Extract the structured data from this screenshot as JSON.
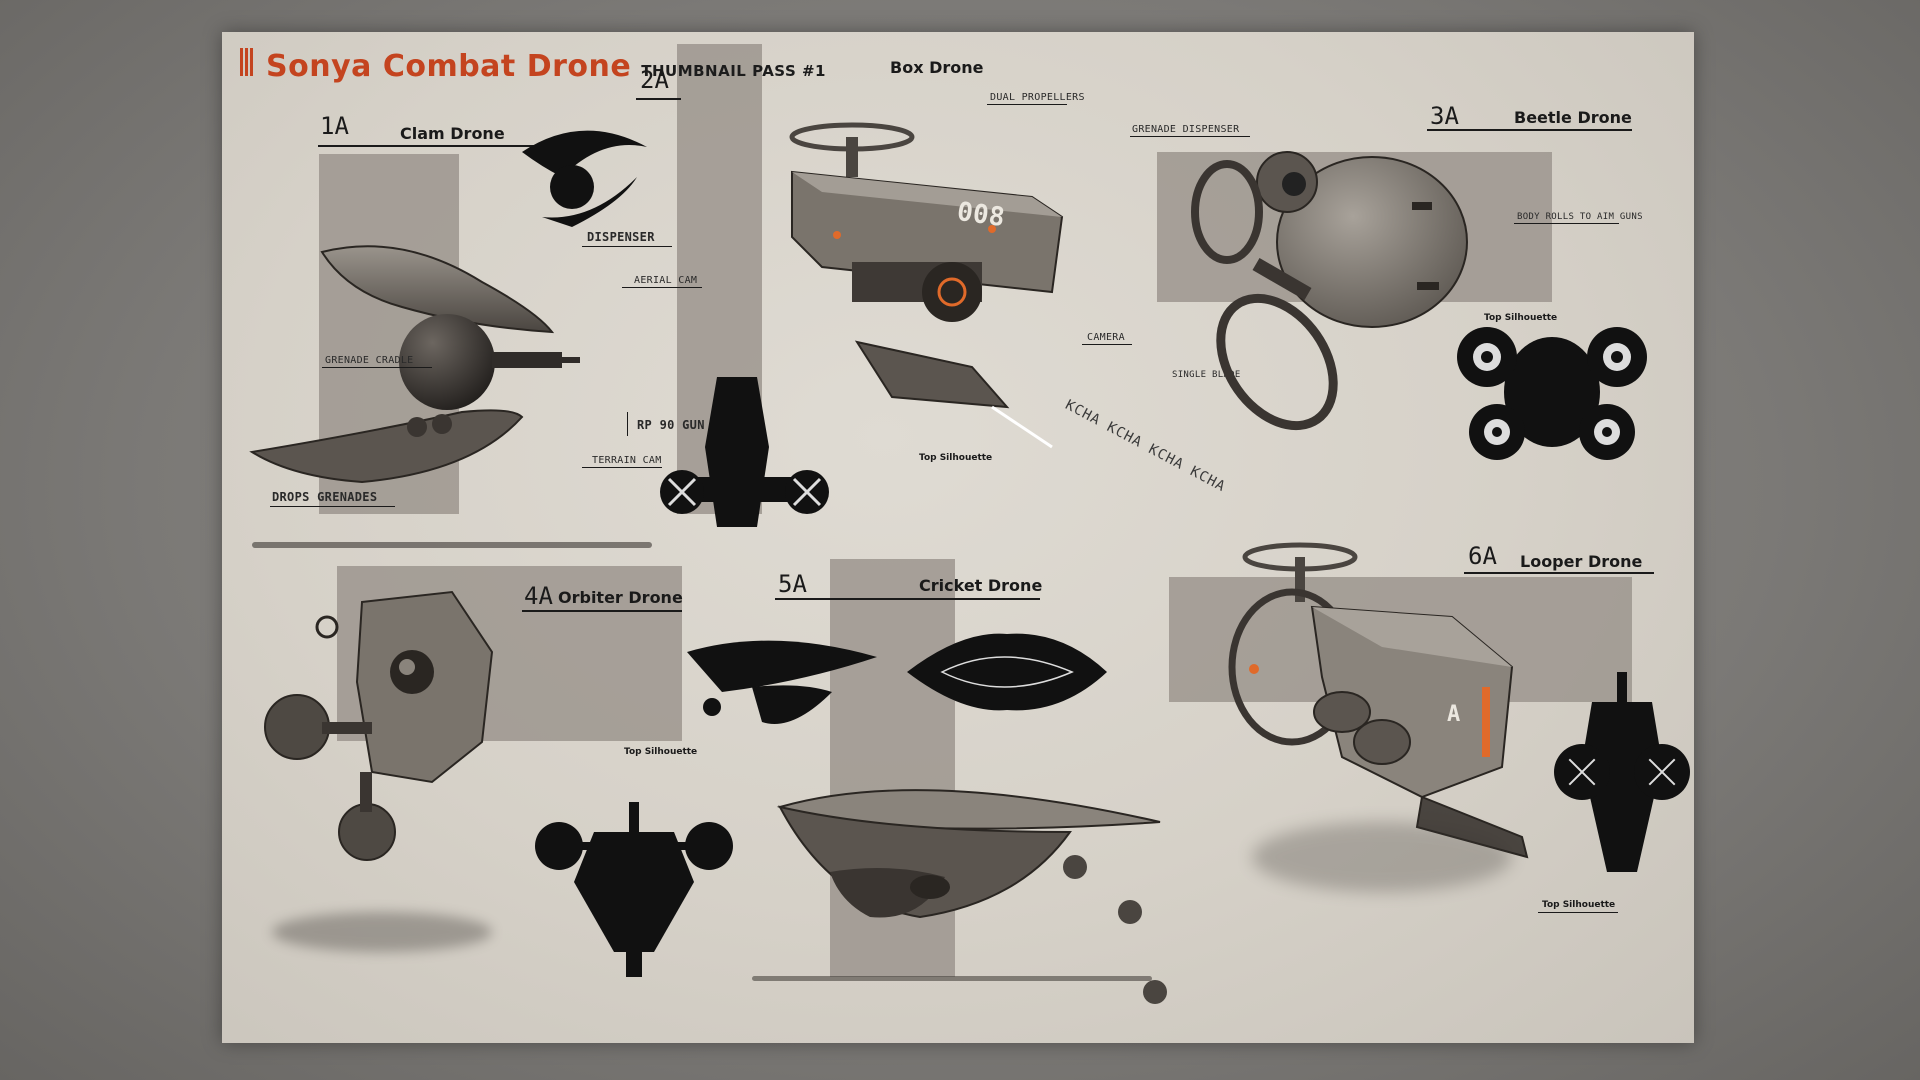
{
  "sheet": {
    "title": "Sonya Combat Drone",
    "subtitle": "THUMBNAIL PASS #1"
  },
  "drones": [
    {
      "code": "1A",
      "name": "Clam Drone"
    },
    {
      "code": "2A",
      "name": "Box Drone"
    },
    {
      "code": "3A",
      "name": "Beetle Drone"
    },
    {
      "code": "4A",
      "name": "Orbiter Drone"
    },
    {
      "code": "5A",
      "name": "Cricket Drone"
    },
    {
      "code": "6A",
      "name": "Looper Drone"
    }
  ],
  "annotations": {
    "aerial_cam": "Aerial Cam",
    "grenade_cradle": "Grenade Cradle",
    "rp90_gun_turret": "RP 90 Gun Turret",
    "terrain_cam": "Terrain Cam",
    "drops_grenades": "Drops Grenades",
    "dual_propellers": "Dual Propellers",
    "dispenser": "Dispenser",
    "camera": "Camera",
    "box_number": "008",
    "grenade_dispenser": "Grenade Dispenser",
    "body_rolls": "Body Rolls to Aim Guns",
    "single_blade": "Single Blade",
    "gunfire_fx": "KCHA KCHA KCHA KCHA",
    "looper_marking": "A"
  },
  "silhouette_label": "Top Silhouette",
  "colors": {
    "accent": "#c4441f",
    "ink": "#1a1a1a",
    "paper": "#d8d3ca",
    "panel": "#9c958e",
    "frame": "#7b7976"
  }
}
